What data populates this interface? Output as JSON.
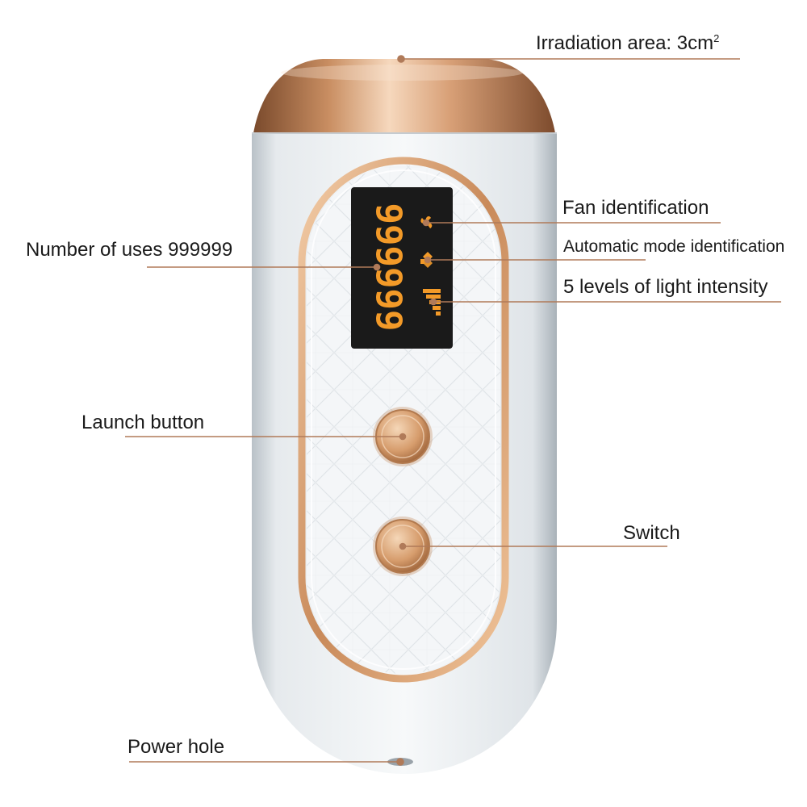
{
  "device": {
    "display_number": "999999",
    "colors": {
      "body": "#e7ebee",
      "gold": "#d29b6f",
      "gold_dark": "#8f5a36",
      "lcd_bg": "#1a1a1a",
      "lcd_digit": "#f39a28",
      "leader_line": "#b07a59"
    },
    "icons": {
      "fan": "fan-icon",
      "auto_mode": "auto-mode-icon",
      "intensity": "signal-bars-icon"
    }
  },
  "callouts": {
    "irradiation": {
      "text": "Irradiation area: 3cm",
      "sup": "2"
    },
    "fan": {
      "text": "Fan identification"
    },
    "auto_mode": {
      "text": "Automatic mode identification"
    },
    "light_levels": {
      "text": "5 levels of light intensity"
    },
    "uses": {
      "text": "Number of uses 999999"
    },
    "launch": {
      "text": "Launch button"
    },
    "switch": {
      "text": "Switch"
    },
    "power": {
      "text": "Power hole"
    }
  }
}
